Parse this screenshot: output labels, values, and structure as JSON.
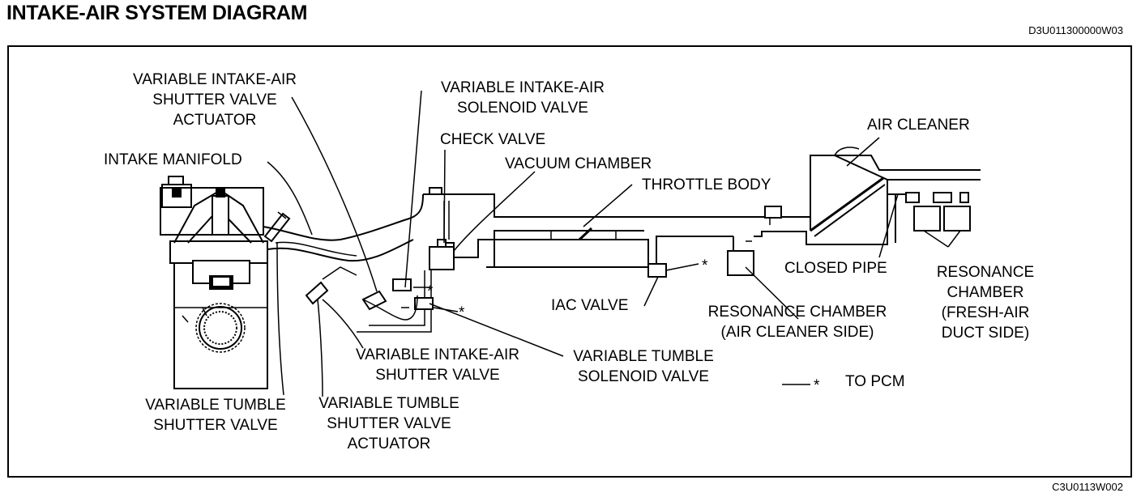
{
  "title": "INTAKE-AIR SYSTEM DIAGRAM",
  "code_top": "D3U011300000W03",
  "code_bottom": "C3U0113W002",
  "labels": {
    "vi_actuator": [
      "VARIABLE INTAKE-AIR",
      "SHUTTER VALVE",
      "ACTUATOR"
    ],
    "vi_solenoid": [
      "VARIABLE INTAKE-AIR",
      "SOLENOID VALVE"
    ],
    "check_valve": "CHECK VALVE",
    "vacuum_chamber": "VACUUM CHAMBER",
    "intake_manifold": "INTAKE MANIFOLD",
    "throttle_body": "THROTTLE BODY",
    "air_cleaner": "AIR CLEANER",
    "closed_pipe": "CLOSED PIPE",
    "resonance_fresh": [
      "RESONANCE",
      "CHAMBER",
      "(FRESH-AIR",
      "DUCT SIDE)"
    ],
    "iac_valve": "IAC VALVE",
    "resonance_ac": [
      "RESONANCE CHAMBER",
      "(AIR CLEANER SIDE)"
    ],
    "vi_shutter": [
      "VARIABLE INTAKE-AIR",
      "SHUTTER VALVE"
    ],
    "vt_solenoid": [
      "VARIABLE TUMBLE",
      "SOLENOID VALVE"
    ],
    "vt_shutter": [
      "VARIABLE TUMBLE",
      "SHUTTER VALVE"
    ],
    "vt_actuator": [
      "VARIABLE TUMBLE",
      "SHUTTER VALVE",
      "ACTUATOR"
    ],
    "legend_mark": "*",
    "to_pcm": "TO PCM"
  }
}
